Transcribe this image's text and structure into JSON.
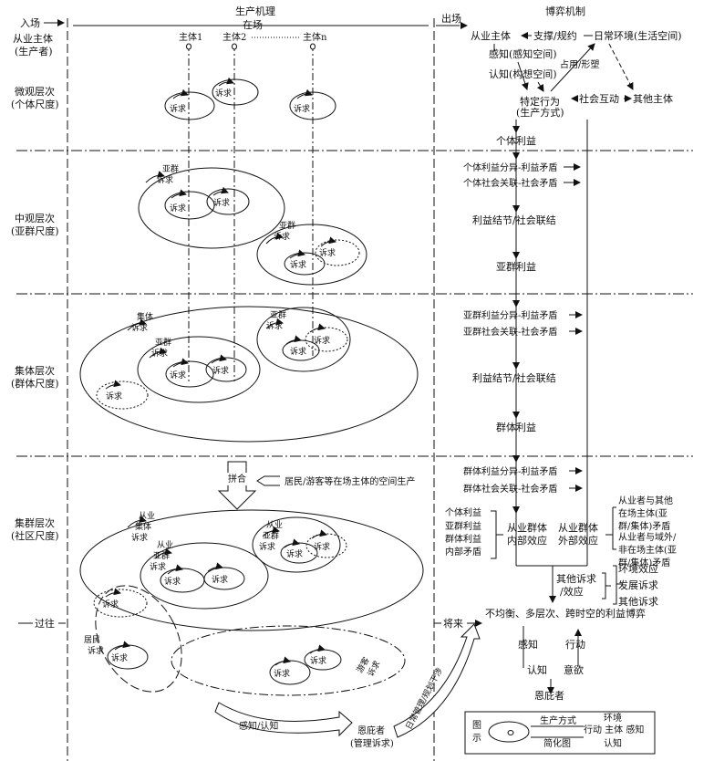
{
  "header": {
    "enter": "入场",
    "mechanism": "生产机理",
    "present": "在场",
    "exit": "出场",
    "game": "博弈机制"
  },
  "left_labels": {
    "actor": [
      "从业主体",
      "(生产者)"
    ],
    "micro": [
      "微观层次",
      "(个体尺度)"
    ],
    "meso": [
      "中观层次",
      "(亚群尺度)"
    ],
    "collective": [
      "集体层次",
      "(群体尺度)"
    ],
    "community": [
      "集群层次",
      "(社区尺度)"
    ],
    "past": "过往"
  },
  "subjects": [
    "主体1",
    "主体2",
    "主体n"
  ],
  "appeal": "诉求",
  "appeal_suffix": "求",
  "subgroup_appeal": [
    "亚群",
    "诉求"
  ],
  "collective_appeal": [
    "集体",
    "诉求"
  ],
  "pro_subgroup": [
    "从业",
    "亚群",
    "诉求"
  ],
  "pro_collective": [
    "从业",
    "集体",
    "诉求"
  ],
  "resident": [
    "居民",
    "诉求"
  ],
  "tourist": [
    "游客",
    "诉求"
  ],
  "merge": {
    "label": "拼合",
    "desc": "居民/游客等在场主体的空间生产"
  },
  "bottom": {
    "perceive": "感知/认知",
    "governor": [
      "恩庇者",
      "(管理诉求)"
    ],
    "plan": "日常管理/规划干涉",
    "future": "将来"
  },
  "right": {
    "actor": "从业主体",
    "support": "支撑/规约",
    "daily_env": "日常环境(生活空间)",
    "perception": "感知(感知空间)",
    "cognition": "认知(构想空间)",
    "occupy": "占用/形塑",
    "behavior": [
      "特定行为",
      "(生产方式)"
    ],
    "social": "社会互动",
    "others": "其他主体",
    "steps": [
      "个体利益",
      "个体利益分异-利益矛盾",
      "个体社会关联-社会矛盾",
      "利益结节/社会联结",
      "亚群利益",
      "亚群利益分异-利益矛盾",
      "亚群社会关联-社会矛盾",
      "利益结节/社会联结",
      "群体利益",
      "群体利益分异-利益矛盾",
      "群体社会关联-社会矛盾"
    ],
    "internal_list": [
      "个体利益",
      "亚群利益",
      "群体利益",
      "内部矛盾"
    ],
    "internal_effect": [
      "从业群体",
      "内部效应"
    ],
    "external_effect": [
      "从业群体",
      "外部效应"
    ],
    "ext_a": [
      "从业者与其他",
      "在场主体(亚",
      "群/集体)矛盾"
    ],
    "ext_b": [
      "从业者与域外/",
      "非在场主体(亚",
      "群/集体)矛盾"
    ],
    "other_effects": [
      "其他诉求",
      "/效应"
    ],
    "env_effect": "环境效应",
    "dev_appeal": "发展诉求",
    "other_appeal": "其他诉求",
    "imbalance": "不均衡、多层次、跨时空的利益博弈",
    "perceive": "感知",
    "act": "行动",
    "know": "认知",
    "will": "意欲",
    "patron": "恩庇者"
  },
  "legend": {
    "title": [
      "图",
      "示"
    ],
    "mode": "生产方式",
    "simplified": "简化图",
    "env": [
      "环境",
      "行动 主体 感知",
      "认知"
    ]
  }
}
